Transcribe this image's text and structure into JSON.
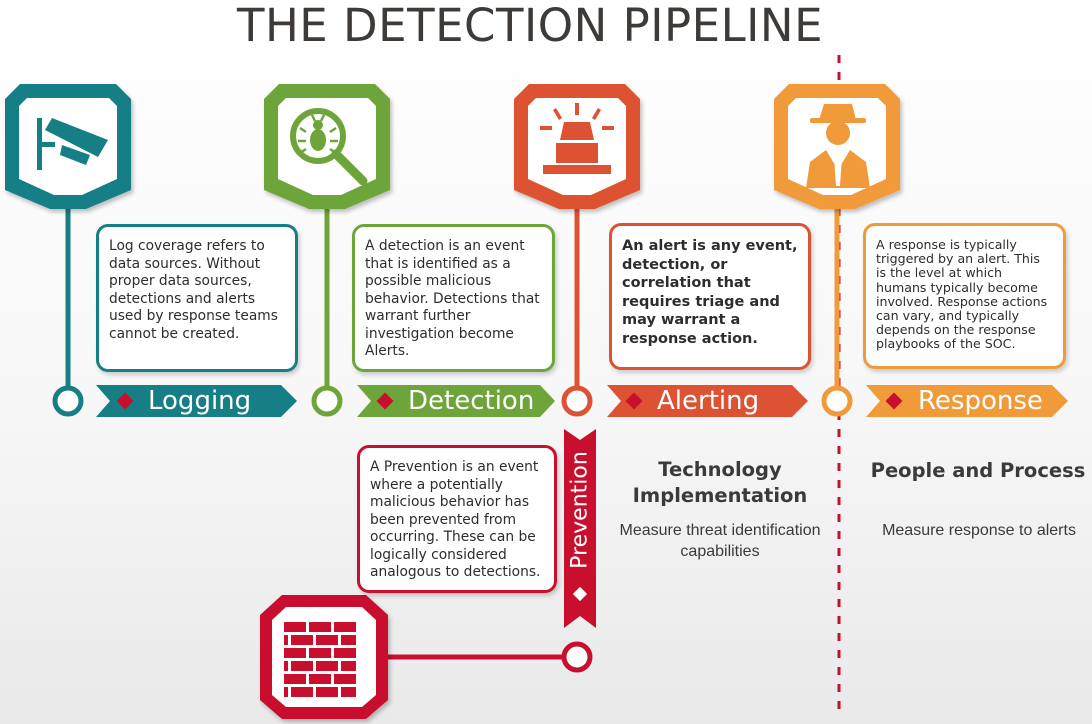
{
  "title": "THE DETECTION PIPELINE",
  "colors": {
    "logging": "#167f85",
    "detection": "#6da53a",
    "alerting": "#dd5232",
    "response": "#f09a3a",
    "prevention": "#c8102e",
    "divider": "#c8102e",
    "text": "#3a3a3a"
  },
  "stages": [
    {
      "name": "Logging",
      "icon": "surveillance-camera-icon",
      "description": "Log coverage refers to data sources. Without proper data sources, detections and alerts used by response teams cannot be created."
    },
    {
      "name": "Detection",
      "icon": "bug-magnifier-icon",
      "description": "A detection is an event that is identified as a possible malicious behavior. Detections that warrant further investigation become Alerts."
    },
    {
      "name": "Alerting",
      "icon": "siren-light-icon",
      "description": "An alert is any event, detection, or correlation that requires triage and may warrant a response action."
    },
    {
      "name": "Response",
      "icon": "analyst-person-icon",
      "description": "A response is typically triggered by an alert. This is the level at which humans typically become involved. Response actions can vary, and typically depends on the response playbooks of the SOC."
    }
  ],
  "prevention": {
    "name": "Prevention",
    "icon": "firewall-brick-icon",
    "description": "A Prevention is an event where a potentially malicious behavior has been prevented from occurring. These can be logically considered analogous to detections."
  },
  "sections": {
    "technology": {
      "heading": "Technology Implementation",
      "subtext": "Measure threat identification capabilities"
    },
    "people": {
      "heading": "People and Process",
      "subtext": "Measure response to alerts"
    }
  }
}
